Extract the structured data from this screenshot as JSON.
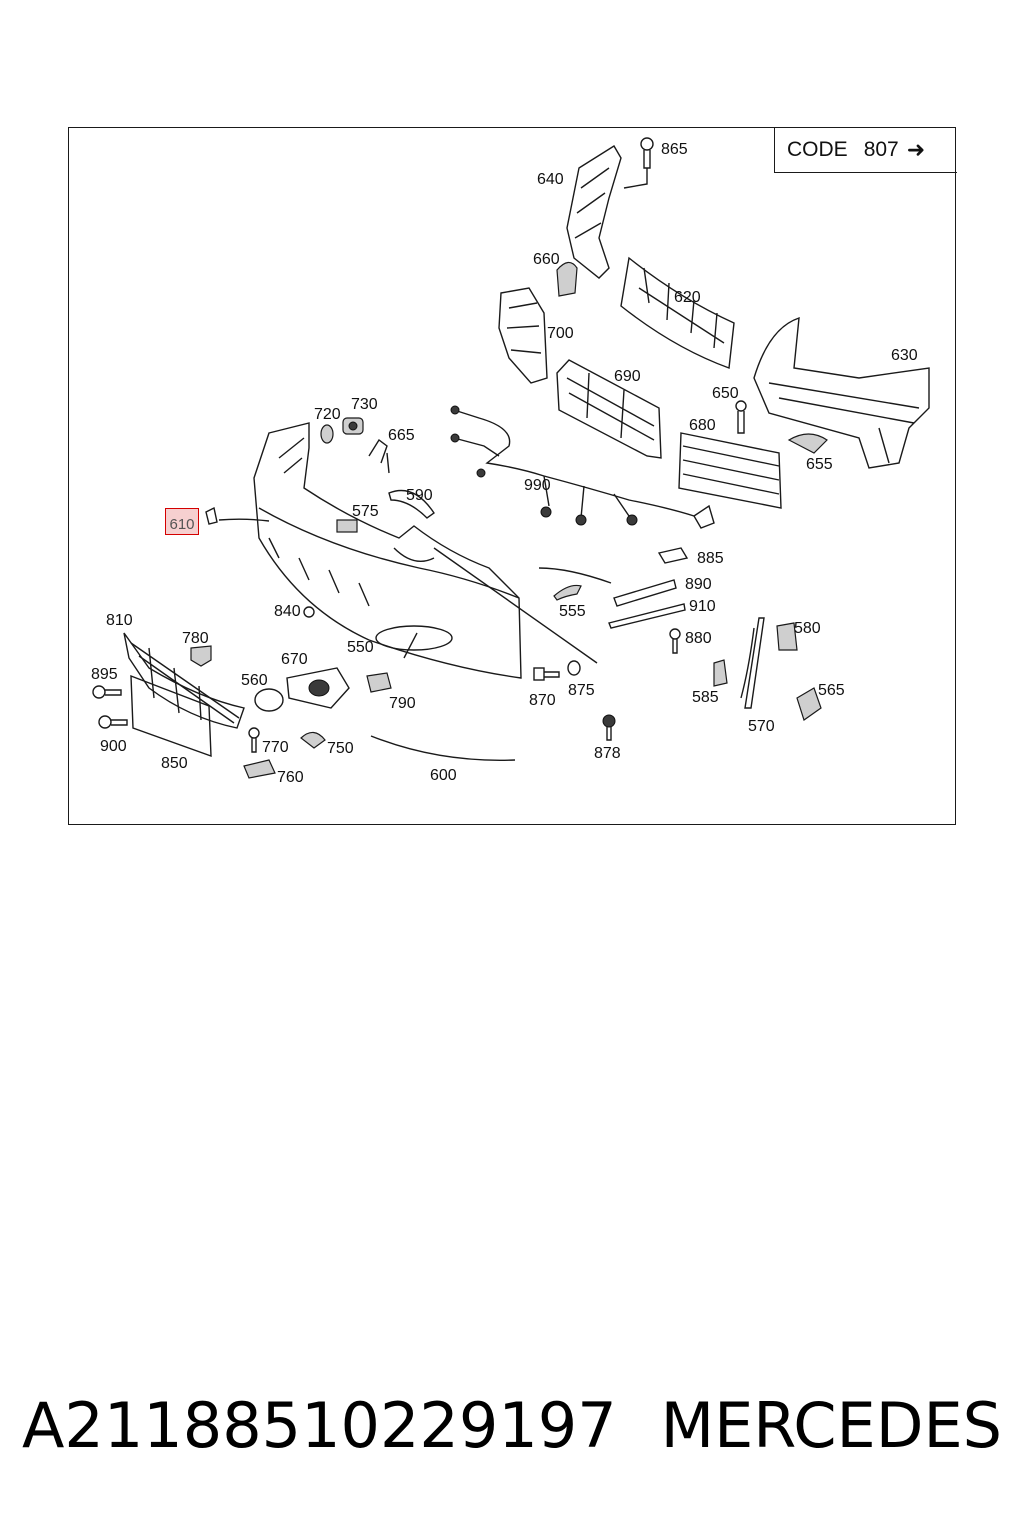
{
  "code_box": {
    "label": "CODE",
    "number": "807",
    "arrow_icon": "arrow-right-icon"
  },
  "highlighted_part": "610",
  "labels": [
    "865",
    "640",
    "660",
    "620",
    "700",
    "630",
    "690",
    "650",
    "720",
    "730",
    "665",
    "680",
    "655",
    "990",
    "590",
    "575",
    "885",
    "890",
    "910",
    "880",
    "555",
    "580",
    "840",
    "810",
    "780",
    "550",
    "670",
    "560",
    "895",
    "790",
    "870",
    "875",
    "585",
    "565",
    "900",
    "770",
    "750",
    "570",
    "878",
    "850",
    "760",
    "600"
  ],
  "footer": {
    "part_number": "A21188510229197",
    "brand": "MERCEDES"
  },
  "colors": {
    "highlight_border": "#d40000",
    "highlight_fill": "#e67878",
    "line": "#1a1a1a"
  }
}
